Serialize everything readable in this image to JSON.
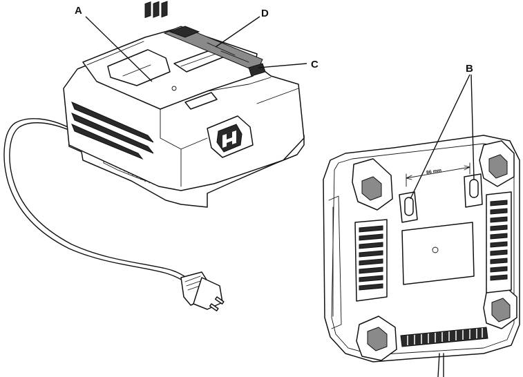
{
  "callouts": {
    "a": "A",
    "b": "B",
    "c": "C",
    "d": "D"
  },
  "dimension": "86 mm",
  "icons": {
    "charger_front": "charger-top-view",
    "charger_bottom": "charger-underside-view",
    "plug": "power-plug"
  }
}
